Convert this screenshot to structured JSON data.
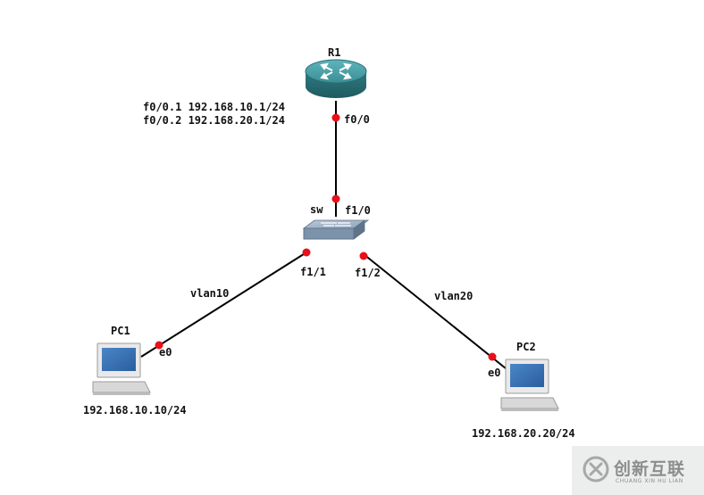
{
  "devices": {
    "router": {
      "name": "R1",
      "port": "f0/0",
      "subif_1": "f0/0.1 192.168.10.1/24",
      "subif_2": "f0/0.2 192.168.20.1/24"
    },
    "switch": {
      "name": "sw",
      "port_uplink": "f1/0",
      "port_1": "f1/1",
      "port_2": "f1/2"
    },
    "pc1": {
      "name": "PC1",
      "port": "e0",
      "ip": "192.168.10.10/24"
    },
    "pc2": {
      "name": "PC2",
      "port": "e0",
      "ip": "192.168.20.20/24"
    }
  },
  "links": {
    "vlan_left": "vlan10",
    "vlan_right": "vlan20"
  },
  "colors": {
    "port_dot": "#e8101a",
    "router": "#3a8f96",
    "switch": "#7d93ab",
    "link": "#000000"
  },
  "watermark": {
    "text": "创新互联",
    "subtext": "CHUANG XIN HU LIAN"
  }
}
